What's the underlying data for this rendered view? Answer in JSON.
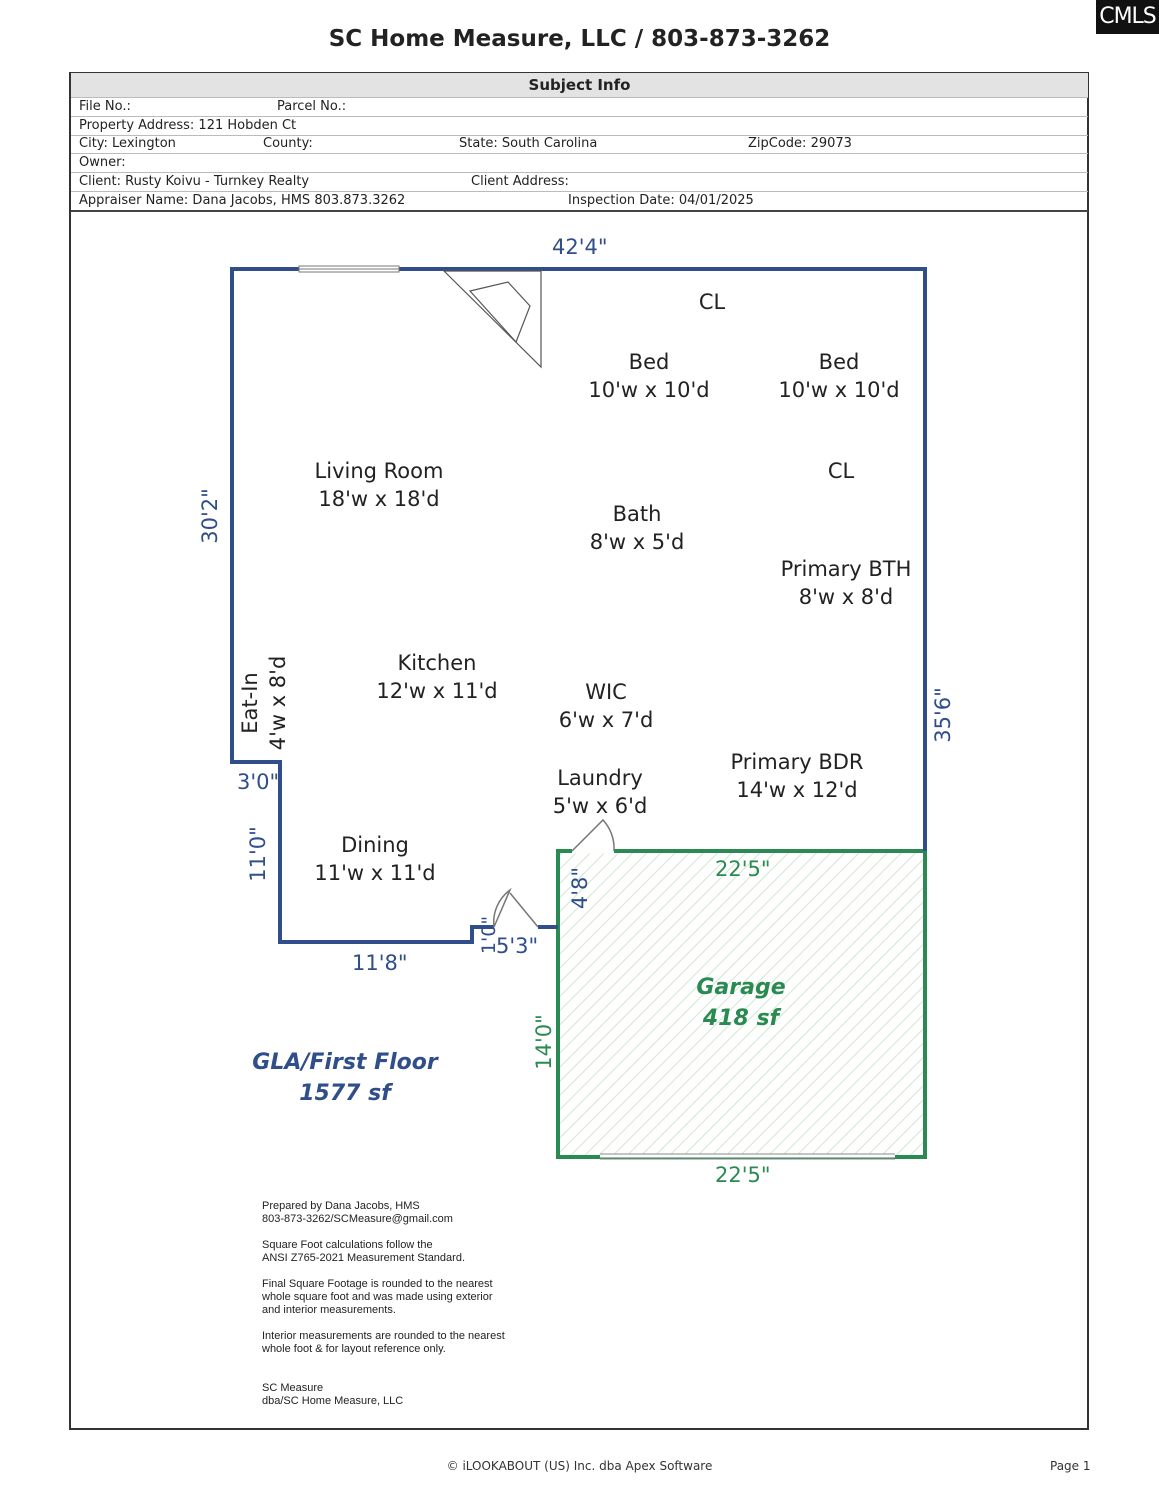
{
  "logo": "CMLS",
  "header": {
    "title": "SC Home Measure, LLC /  803-873-3262"
  },
  "subject_info": {
    "heading": "Subject Info",
    "file_no": "File No.:",
    "parcel_no": "Parcel No.:",
    "property_address": "Property Address: 121 Hobden Ct",
    "city": "City: Lexington",
    "county": "County:",
    "state": "State: South Carolina",
    "zip": "ZipCode: 29073",
    "owner": "Owner:",
    "client": "Client: Rusty Koivu - Turnkey Realty",
    "client_address": "Client Address:",
    "appraiser": "Appraiser Name: Dana Jacobs, HMS 803.873.3262",
    "inspection_date": "Inspection Date: 04/01/2025"
  },
  "rooms": {
    "cl_top": {
      "name": "CL"
    },
    "bed1": {
      "name": "Bed",
      "size": "10'w x 10'd"
    },
    "bed2": {
      "name": "Bed",
      "size": "10'w x 10'd"
    },
    "cl_right": {
      "name": "CL"
    },
    "living": {
      "name": "Living Room",
      "size": "18'w x 18'd"
    },
    "bath": {
      "name": "Bath",
      "size": "8'w x 5'd"
    },
    "primary_bth": {
      "name": "Primary BTH",
      "size": "8'w x 8'd"
    },
    "kitchen": {
      "name": "Kitchen",
      "size": "12'w x 11'd"
    },
    "wic": {
      "name": "WIC",
      "size": "6'w x 7'd"
    },
    "eat_in": {
      "name": "Eat-In",
      "size": "4'w x 8'd"
    },
    "laundry": {
      "name": "Laundry",
      "size": "5'w x 6'd"
    },
    "primary_bdr": {
      "name": "Primary BDR",
      "size": "14'w x 12'd"
    },
    "dining": {
      "name": "Dining",
      "size": "11'w x 11'd"
    }
  },
  "dimensions": {
    "top": "42'4\"",
    "left": "30'2\"",
    "right": "35'6\"",
    "step_top": "3'0\"",
    "step_left": "11'0\"",
    "bottom": "11'8\"",
    "notch": "1'0\"",
    "entry": "5'3\"",
    "garage_top": "22'5\"",
    "garage_side_small": "4'8\"",
    "garage_side": "14'0\"",
    "garage_bottom": "22'5\""
  },
  "areas": {
    "garage": {
      "name": "Garage",
      "sf": "418 sf"
    },
    "gla": {
      "name": "GLA/First Floor",
      "sf": "1577 sf"
    }
  },
  "colors": {
    "house_outline": "#2f4e8a",
    "garage_outline": "#2a8a52",
    "garage_hatch": "#cfe8cf"
  },
  "notes": [
    "Prepared by Dana Jacobs, HMS\n803-873-3262/SCMeasure@gmail.com",
    "Square Foot calculations follow the\nANSI Z765-2021 Measurement Standard.",
    "Final Square Footage is rounded to the nearest\nwhole square foot and was made using exterior\nand interior measurements.",
    "Interior measurements are rounded to the nearest\nwhole foot & for layout reference only.",
    "SC Measure\ndba/SC Home Measure, LLC"
  ],
  "footer": {
    "copyright": "© iLOOKABOUT (US) Inc. dba Apex Software",
    "page": "Page 1"
  }
}
